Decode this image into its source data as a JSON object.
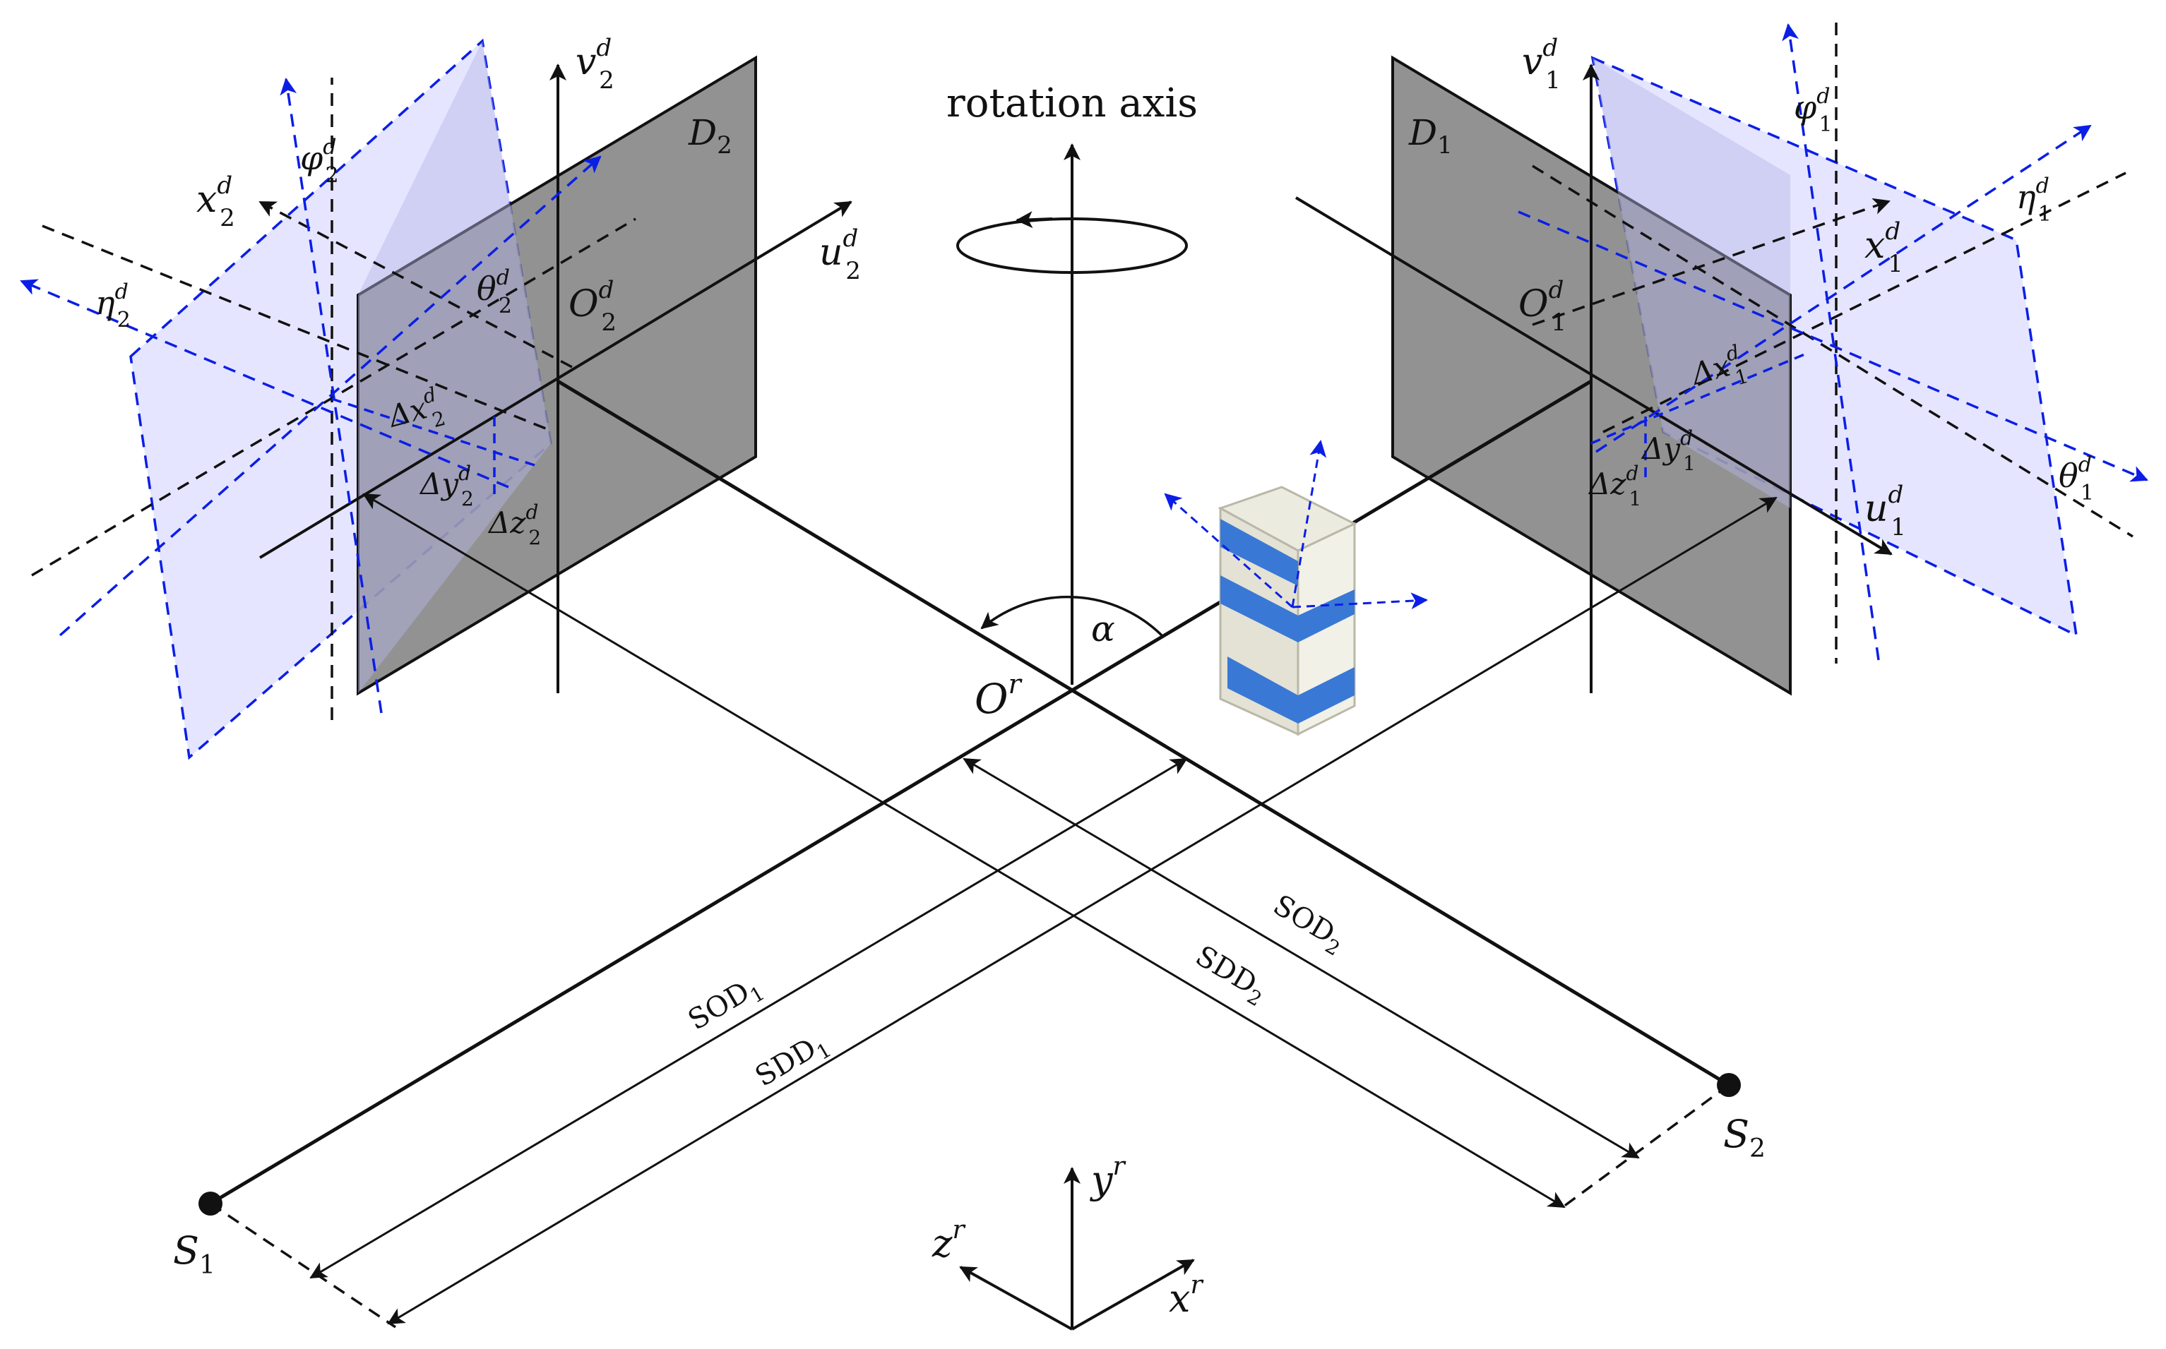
{
  "colors": {
    "ink": "#111111",
    "detector_gray": "#7f7f7f",
    "tilted_plane_fill": "#dcdcff",
    "tilted_plane_stroke": "#0b1ee6",
    "blue_axis": "#0b1ee6",
    "lego_blue": "#3a78d6",
    "lego_white": "#ecebdf"
  },
  "icons": {
    "rotation_arrow": "rotation-arrow-icon",
    "source_point": "filled-circle-icon",
    "lego_object": "lego-brick-object-icon"
  },
  "labels": {
    "rotation_axis": "rotation axis",
    "alpha": "α",
    "origin": "O",
    "origin_sup": "r",
    "source1": "S",
    "source1_sub": "1",
    "source2": "S",
    "source2_sub": "2",
    "detector1": "D",
    "detector1_sub": "1",
    "detector2": "D",
    "detector2_sub": "2",
    "sod1": "SOD",
    "sod1_sub": "1",
    "sod2": "SOD",
    "sod2_sub": "2",
    "sdd1": "SDD",
    "sdd1_sub": "1",
    "sdd2": "SDD",
    "sdd2_sub": "2",
    "det1": {
      "v": "v",
      "u": "u",
      "O": "O",
      "x": "x",
      "eta": "η",
      "phi": "φ",
      "theta": "θ",
      "dx": "Δx",
      "dy": "Δy",
      "dz": "Δz",
      "sup": "d",
      "sub": "1"
    },
    "det2": {
      "v": "v",
      "u": "u",
      "O": "O",
      "x": "x",
      "eta": "η",
      "phi": "φ",
      "theta": "θ",
      "dx": "Δx",
      "dy": "Δy",
      "dz": "Δz",
      "sup": "d",
      "sub": "2"
    },
    "frame": {
      "y": "y",
      "z": "z",
      "x": "x",
      "sup": "r"
    }
  }
}
